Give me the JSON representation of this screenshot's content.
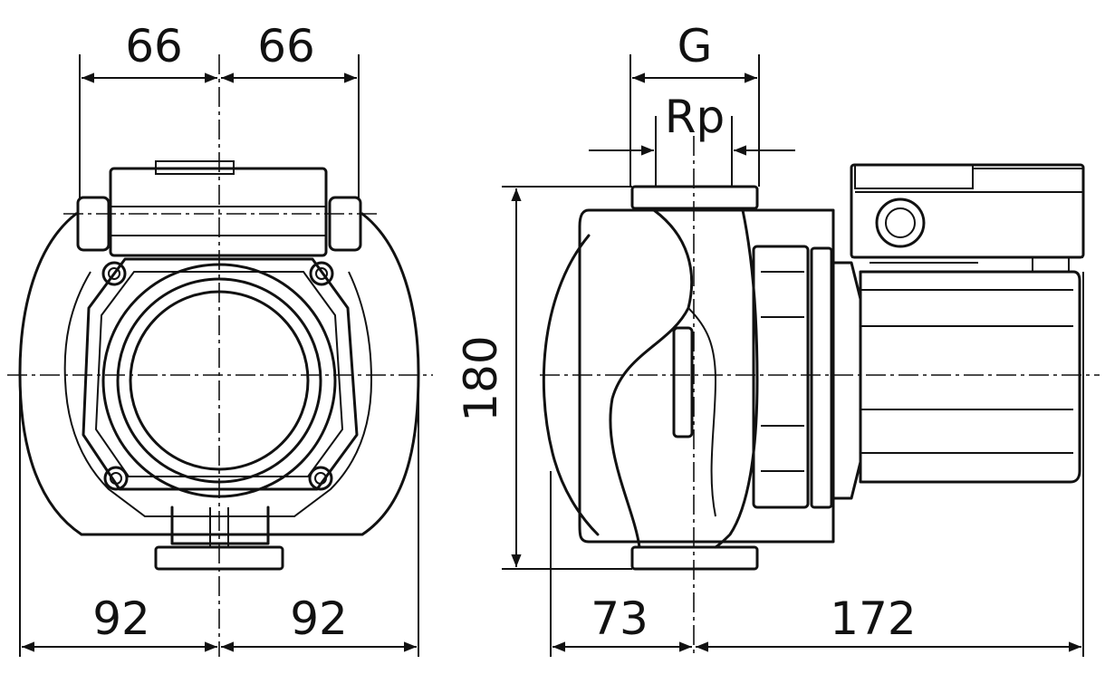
{
  "labels": {
    "front_top_left": "66",
    "front_top_right": "66",
    "front_bottom_left": "92",
    "front_bottom_right": "92",
    "side_thread_g": "G",
    "side_thread_rp": "Rp",
    "side_height": "180",
    "side_bottom_left": "73",
    "side_bottom_right": "172"
  },
  "colors": {
    "line": "#111111",
    "background": "#ffffff"
  }
}
